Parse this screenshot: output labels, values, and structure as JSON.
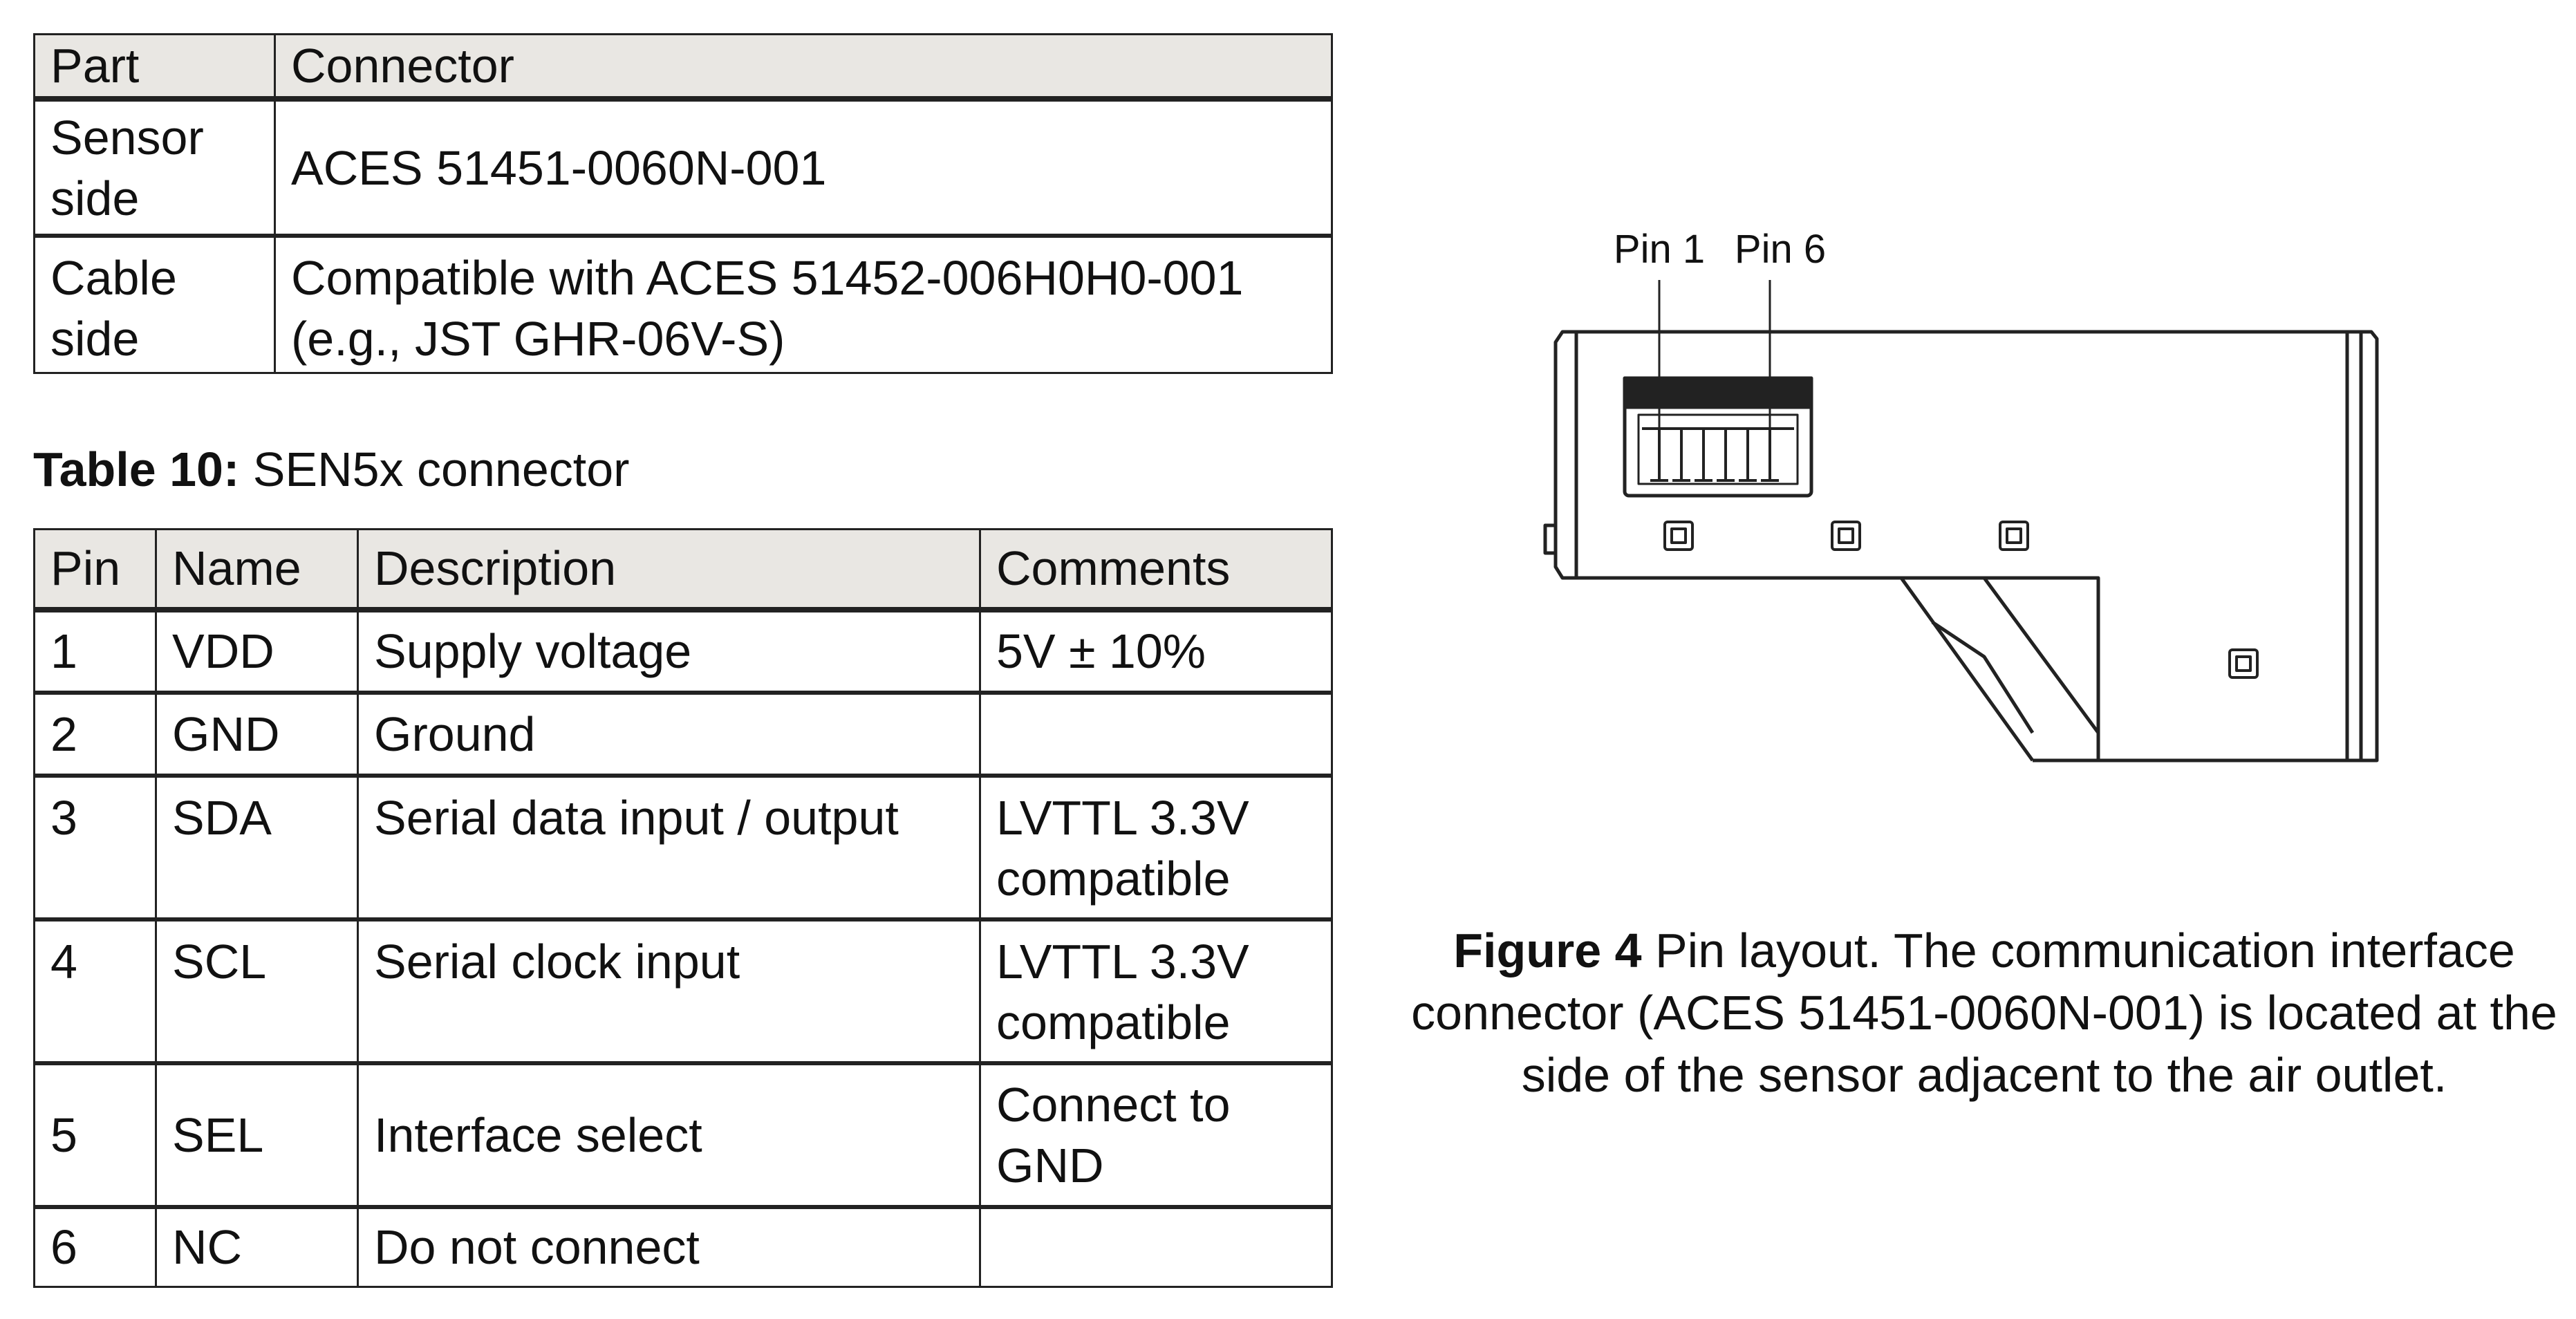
{
  "connector_table": {
    "headers": [
      "Part",
      "Connector"
    ],
    "rows": [
      [
        "Sensor side",
        "ACES 51451-0060N-001"
      ],
      [
        "Cable side",
        "Compatible with ACES 51452-006H0H0-001 (e.g., JST GHR-06V-S)"
      ]
    ]
  },
  "table10_caption": {
    "label": "Table 10:",
    "text": " SEN5x connector"
  },
  "pin_table": {
    "headers": [
      "Pin",
      "Name",
      "Description",
      "Comments"
    ],
    "rows": [
      [
        "1",
        "VDD",
        "Supply voltage",
        "5V ± 10%"
      ],
      [
        "2",
        "GND",
        "Ground",
        ""
      ],
      [
        "3",
        "SDA",
        "Serial data input / output",
        "LVTTL 3.3V compatible"
      ],
      [
        "4",
        "SCL",
        "Serial clock input",
        "LVTTL 3.3V compatible"
      ],
      [
        "5",
        "SEL",
        "Interface select",
        "Connect to GND"
      ],
      [
        "6",
        "NC",
        "Do not connect",
        ""
      ]
    ]
  },
  "figure": {
    "pin1_label": "Pin 1",
    "pin6_label": "Pin 6",
    "caption_label": "Figure 4",
    "caption_text": " Pin layout. The communication interface connector (ACES 51451-0060N-001) is located at the side of the sensor adjacent to the air outlet."
  }
}
